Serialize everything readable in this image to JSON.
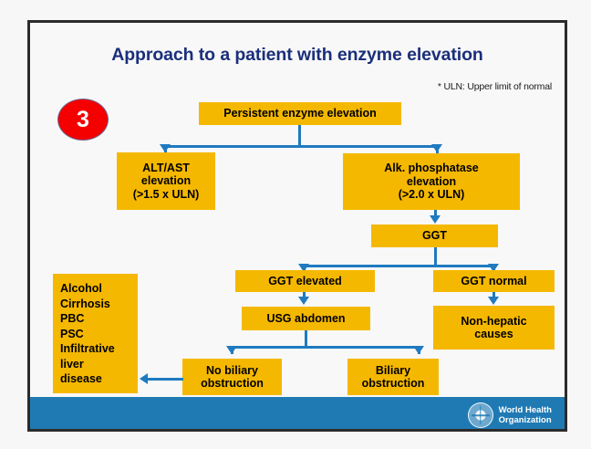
{
  "slide": {
    "title": "Approach to a patient with enzyme elevation",
    "uln_note": "* ULN: Upper limit of normal",
    "badge_number": "3",
    "colors": {
      "node_fill": "#f5b800",
      "connector": "#1f7ac0",
      "title_text": "#1b2f7a",
      "badge_fill": "#f40000",
      "footer_bar": "#1f7ab4",
      "slide_border": "#2b2b2b"
    }
  },
  "nodes": {
    "root": "Persistent enzyme elevation",
    "alt_ast": {
      "line1": "ALT/AST",
      "line2": "elevation",
      "line3": "(>1.5 x ULN)"
    },
    "alk_phos": {
      "line1": "Alk. phosphatase",
      "line2": "elevation",
      "line3": "(>2.0 x ULN)"
    },
    "ggt": "GGT",
    "ggt_elevated": "GGT elevated",
    "ggt_normal": "GGT normal",
    "usg_abdomen": "USG abdomen",
    "non_hepatic": {
      "line1": "Non-hepatic",
      "line2": "causes"
    },
    "no_biliary_obstruction": {
      "line1": "No biliary",
      "line2": "obstruction"
    },
    "biliary_obstruction": {
      "line1": "Biliary",
      "line2": "obstruction"
    },
    "causes_list": {
      "item1": "Alcohol",
      "item2": "Cirrhosis",
      "item3": "PBC",
      "item4": "PSC",
      "item5": "Infiltrative",
      "item6": "liver",
      "item7": "disease"
    }
  },
  "footer": {
    "org_line1": "World Health",
    "org_line2": "Organization"
  }
}
